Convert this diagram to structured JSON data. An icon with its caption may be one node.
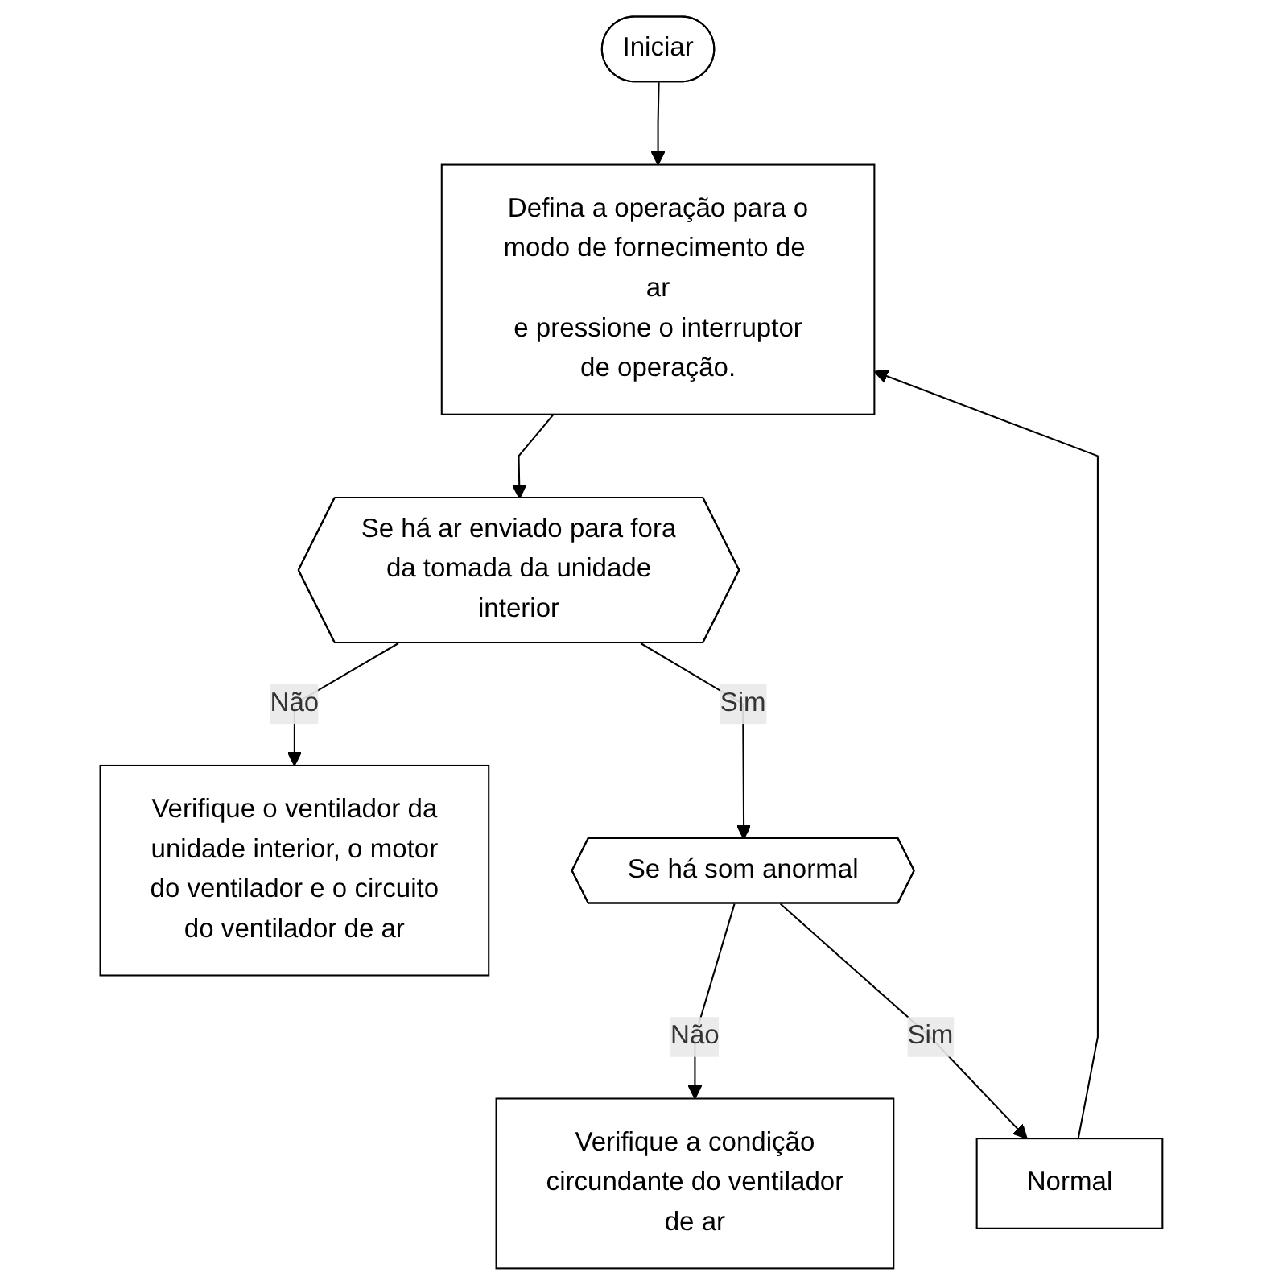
{
  "diagram": {
    "nodes": [
      {
        "text": [
          "Iniciar"
        ]
      },
      {
        "text": [
          "Defina a operação para o modo de fornecimento de ar e pressione o interruptor de operação."
        ]
      },
      {
        "text": [
          "Se há ar enviado para fora da tomada da unidade interior"
        ]
      },
      {
        "text": [
          "Verifique o ventilador da unidade interior, o motor do ventilador e o circuito do ventilador de ar"
        ]
      },
      {
        "text": [
          "Se há som anormal"
        ]
      },
      {
        "text": [
          "Verifique a condição circundante do ventilador de ar"
        ]
      },
      {
        "text": [
          "Normal"
        ]
      }
    ],
    "edges": [
      {
        "from": 0,
        "to": 1,
        "arrow": "to"
      },
      {
        "from": 1,
        "to": 2,
        "arrow": "to"
      },
      {
        "from": 2,
        "to": 3,
        "arrow": "to",
        "label": "Não"
      },
      {
        "from": 2,
        "to": 4,
        "arrow": "to",
        "label": "Sim"
      },
      {
        "from": 4,
        "to": 5,
        "arrow": "to",
        "label": "Não"
      },
      {
        "from": 4,
        "to": 6,
        "arrow": "to",
        "label": "Sim"
      },
      {
        "from": 6,
        "to": 1,
        "arrow": "to"
      }
    ]
  }
}
